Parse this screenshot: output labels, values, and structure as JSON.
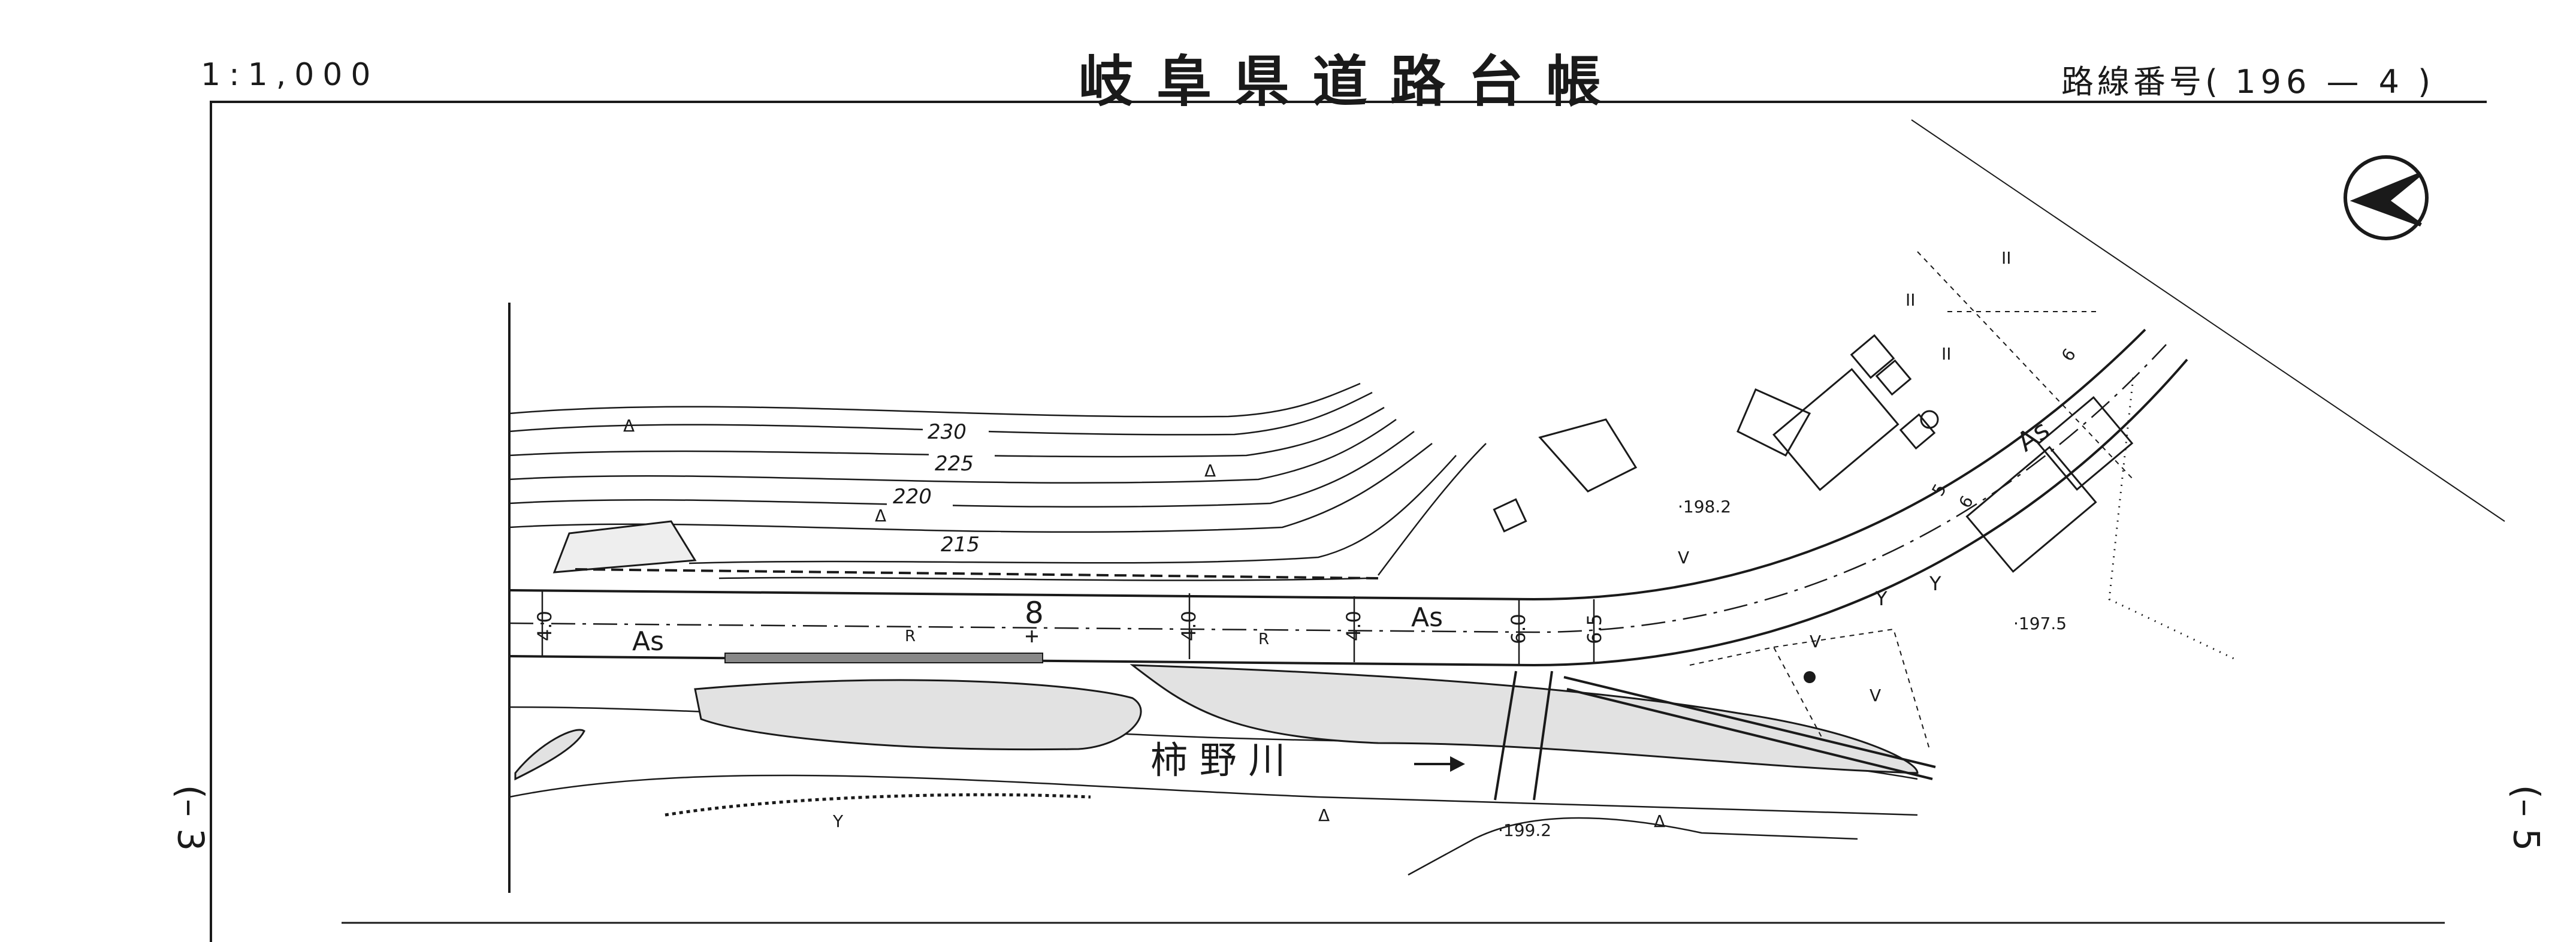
{
  "sheet": {
    "scale": "1:1,000",
    "title": "岐阜県道路台帳",
    "route_label": "路線番号",
    "route_number": "196 — 4",
    "prev_sheet": "– 3",
    "next_sheet": "– 5"
  },
  "map": {
    "contours": [
      "230",
      "225",
      "220",
      "215"
    ],
    "river_name": "柿 野 川",
    "route_marker": "8",
    "surface": "As",
    "bridge_mark": "R",
    "widths": [
      "4.0",
      "4.0",
      "4.0",
      "6.0",
      "6.5",
      "5",
      "6",
      "6"
    ],
    "elevations": [
      "·198.2",
      "·197.5",
      "·199.2"
    ],
    "landuse": {
      "wasteland": "Δ",
      "orchard": "Y",
      "field": "V",
      "paddy": "II"
    },
    "north_arrow": "north-arrow-icon",
    "colors": {
      "ink": "#1a1a1a",
      "paper": "#ffffff"
    }
  }
}
